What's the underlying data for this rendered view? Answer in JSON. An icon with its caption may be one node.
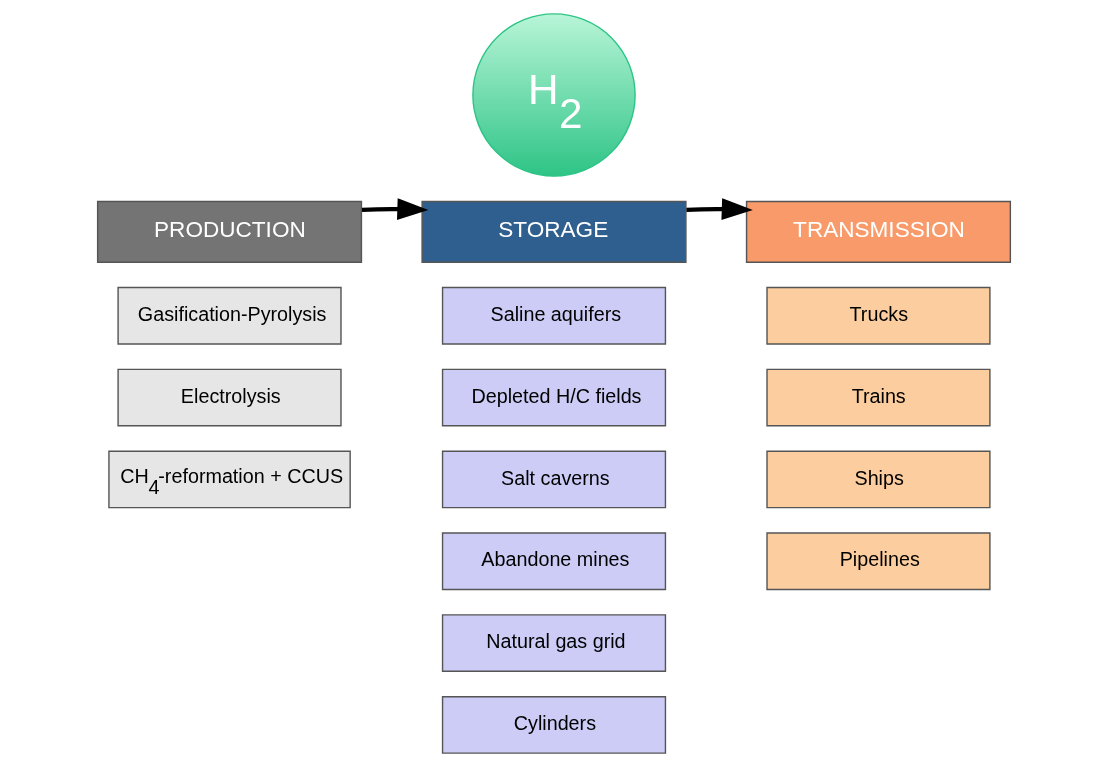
{
  "diagram": {
    "nodes": [
      {
        "text": [
          "H$_{2}$"
        ]
      },
      {
        "text": [
          "PRODUCTION"
        ]
      },
      {
        "text": [
          "STORAGE"
        ]
      },
      {
        "text": [
          "TRANSMISSION"
        ]
      },
      {
        "text": [
          "Gasification-Pyrolysis"
        ]
      },
      {
        "text": [
          "Electrolysis"
        ]
      },
      {
        "text": [
          "CH$_{4}$-reformation + CCUS"
        ]
      },
      {
        "text": [
          "Saline aquifers"
        ]
      },
      {
        "text": [
          "Depleted H/C fields"
        ]
      },
      {
        "text": [
          "Salt caverns"
        ]
      },
      {
        "text": [
          "Abandone mines"
        ]
      },
      {
        "text": [
          "Natural gas grid"
        ]
      },
      {
        "text": [
          "Cylinders"
        ]
      },
      {
        "text": [
          "Trucks"
        ]
      },
      {
        "text": [
          "Trains"
        ]
      },
      {
        "text": [
          "Ships"
        ]
      },
      {
        "text": [
          "Pipelines"
        ]
      }
    ],
    "edges": [
      {
        "from": 1,
        "to": 2,
        "arrow": "to"
      },
      {
        "from": 2,
        "to": 3,
        "arrow": "to"
      }
    ]
  }
}
